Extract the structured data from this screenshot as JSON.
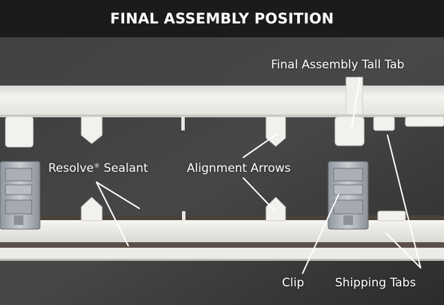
{
  "header": {
    "title": "FINAL ASSEMBLY POSITION"
  },
  "callouts": {
    "final_assembly_tall_tab": "Final Assembly Tall Tab",
    "resolve_sealant_name": "Resolve",
    "resolve_sealant_mark": "®",
    "resolve_sealant_rest": " Sealant",
    "alignment_arrows": "Alignment Arrows",
    "clip": "Clip",
    "shipping_tabs": "Shipping Tabs"
  },
  "colors": {
    "header_bg": "#1b1b1b",
    "label_text": "#ffffff",
    "leader_line": "#ffffff",
    "background": "#3a3a3a",
    "rail_white": "#f1f0ec"
  }
}
